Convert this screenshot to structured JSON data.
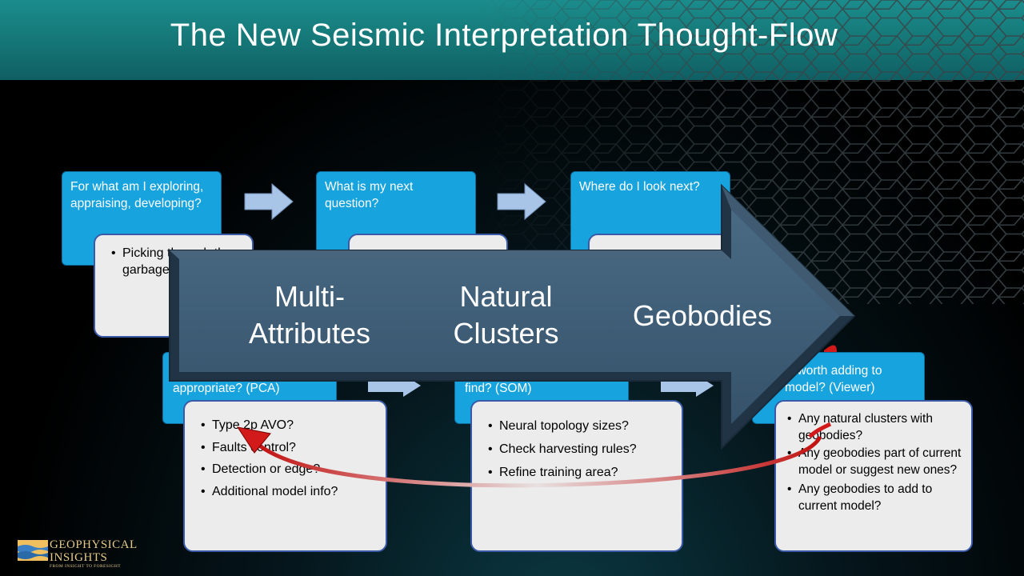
{
  "title": "The New Seismic Interpretation Thought-Flow",
  "steps": [
    {
      "question": "For what am I exploring, appraising, developing?",
      "bullets": [
        "Picking through the garbage or dirt?"
      ]
    },
    {
      "question": "What is my next question?",
      "bullets": []
    },
    {
      "question": "Where do I look next?",
      "bullets": []
    },
    {
      "question": "appropriate? (PCA)",
      "bullets": [
        "Type 2p AVO?",
        "Faults control?",
        "Detection or edge?",
        "Additional model info?"
      ]
    },
    {
      "question": "find? (SOM)",
      "bullets": [
        "Neural topology sizes?",
        "Check harvesting rules?",
        "Refine training area?"
      ]
    },
    {
      "question": "is worth adding to model? (Viewer)",
      "bullets": [
        "Any natural clusters with geobodies?",
        "Any geobodies part of current model or suggest new ones?",
        "Any geobodies to add to current model?"
      ]
    }
  ],
  "big_arrow": {
    "stage1": "Multi-\nAttributes",
    "stage2": "Natural\nClusters",
    "stage3": "Geobodies"
  },
  "logo": {
    "name_line1": "GEOPHYSICAL",
    "name_line2": "INSIGHTS",
    "tagline": "FROM INSIGHT TO FORESIGHT"
  },
  "colors": {
    "header": "#157575",
    "question_box": "#16a3de",
    "note_box": "#ececec",
    "big_arrow": "#3f5f78",
    "flow_arrow": "#a8c4e6",
    "feedback_arrow": "#d21a1a"
  }
}
